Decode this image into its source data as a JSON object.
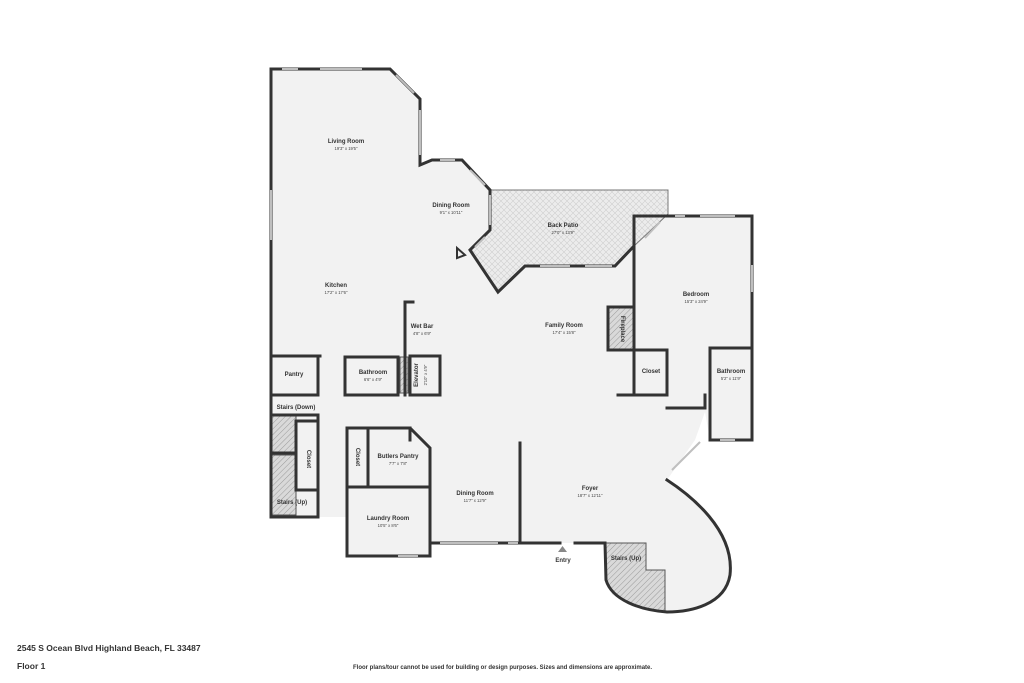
{
  "address": "2545 S Ocean Blvd Highland Beach, FL 33487",
  "floor_label": "Floor 1",
  "disclaimer": "Floor plans/tour cannot be used for building or design purposes. Sizes and dimensions are approximate.",
  "rooms": {
    "living_room": {
      "name": "Living Room",
      "dim": "19'3\" x 19'5\""
    },
    "dining_room_upper": {
      "name": "Dining Room",
      "dim": "9'1\" x 10'11\""
    },
    "back_patio": {
      "name": "Back Patio",
      "dim": "27'0\" x 13'9\""
    },
    "kitchen": {
      "name": "Kitchen",
      "dim": "17'2\" x 17'6\""
    },
    "bedroom": {
      "name": "Bedroom",
      "dim": "15'3\" x 24'9\""
    },
    "wet_bar": {
      "name": "Wet Bar",
      "dim": "4'8\" x 6'9\""
    },
    "family_room": {
      "name": "Family Room",
      "dim": "17'4\" x 15'8\""
    },
    "fireplace": {
      "name": "Fireplace"
    },
    "pantry": {
      "name": "Pantry"
    },
    "bathroom_small": {
      "name": "Bathroom",
      "dim": "6'6\" x 4'9\""
    },
    "elevator": {
      "name": "Elevator",
      "dim": "2'10\" x 4'9\""
    },
    "closet_bedroom": {
      "name": "Closet"
    },
    "bathroom_bedroom": {
      "name": "Bathroom",
      "dim": "5'2\" x 11'9\""
    },
    "stairs_down": {
      "name": "Stairs (Down)"
    },
    "closet_left": {
      "name": "Closet"
    },
    "closet_butler": {
      "name": "Closet"
    },
    "butlers_pantry": {
      "name": "Butlers Pantry",
      "dim": "7'7\" x 7'8\""
    },
    "stairs_up_left": {
      "name": "Stairs (Up)"
    },
    "dining_room_lower": {
      "name": "Dining Room",
      "dim": "11'7\" x 12'9\""
    },
    "foyer": {
      "name": "Foyer",
      "dim": "18'7\" x 12'11\""
    },
    "laundry_room": {
      "name": "Laundry Room",
      "dim": "10'5\" x 8'6\""
    },
    "entry": {
      "name": "Entry"
    },
    "stairs_up_right": {
      "name": "Stairs (Up)"
    }
  },
  "colors": {
    "wall": "#333333",
    "floor": "#f2f2f2",
    "window": "#bfbfbf"
  }
}
